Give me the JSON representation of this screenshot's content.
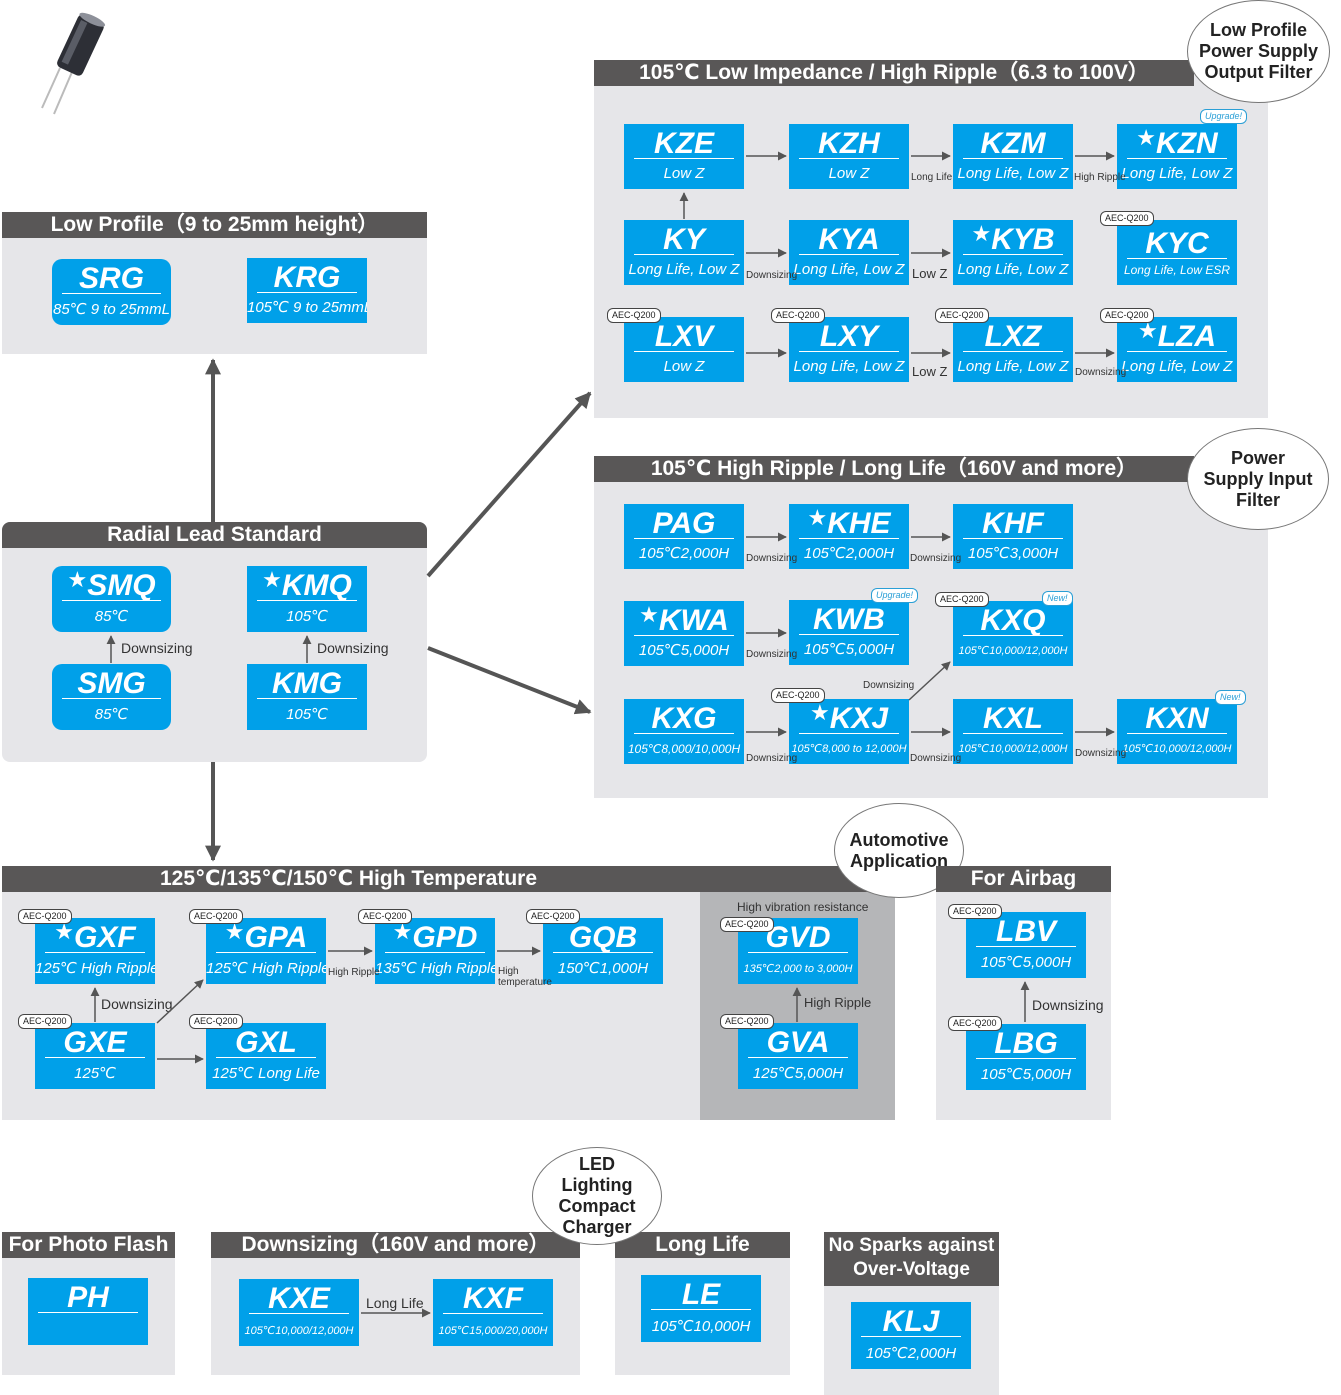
{
  "colors": {
    "box": "#00a0e9",
    "header": "#595757",
    "panel": "#e6e6e9",
    "automotive_panel": "#b5b6b8"
  },
  "std": {
    "title": "Radial Lead Standard",
    "downsizing": "Downsizing",
    "smq": {
      "name": "SMQ",
      "sub": "85℃"
    },
    "kmq": {
      "name": "KMQ",
      "sub": "105℃"
    },
    "smg": {
      "name": "SMG",
      "sub": "85℃"
    },
    "kmg": {
      "name": "KMG",
      "sub": "105℃"
    }
  },
  "lowprofile": {
    "title": "Low Profile（9 to 25mm height）",
    "srg": {
      "name": "SRG",
      "sub": "85℃ 9 to 25mmL"
    },
    "krg": {
      "name": "KRG",
      "sub": "105℃ 9 to 25mmL"
    }
  },
  "lowimp": {
    "title": "105℃ Low Impedance / High Ripple（6.3 to 100V）",
    "bubble": "Low Profile Power Supply Output Filter",
    "kze": {
      "name": "KZE",
      "sub": "Low Z"
    },
    "kzh": {
      "name": "KZH",
      "sub": "Low Z"
    },
    "kzm": {
      "name": "KZM",
      "sub": "Long Life, Low Z"
    },
    "kzn": {
      "name": "KZN",
      "sub": "Long Life, Low Z"
    },
    "ky": {
      "name": "KY",
      "sub": "Long Life, Low Z"
    },
    "kya": {
      "name": "KYA",
      "sub": "Long Life, Low Z"
    },
    "kyb": {
      "name": "KYB",
      "sub": "Long Life, Low Z"
    },
    "kyc": {
      "name": "KYC",
      "sub": "Long Life, Low ESR"
    },
    "lxv": {
      "name": "LXV",
      "sub": "Low Z"
    },
    "lxy": {
      "name": "LXY",
      "sub": "Long Life, Low Z"
    },
    "lxz": {
      "name": "LXZ",
      "sub": "Long Life, Low Z"
    },
    "lza": {
      "name": "LZA",
      "sub": "Long Life, Low Z"
    },
    "lbl_long_life": "Long Life",
    "lbl_high_ripple": "High Ripple",
    "lbl_downsizing": "Downsizing",
    "lbl_low_z": "Low Z",
    "upgrade": "Upgrade!"
  },
  "highripple": {
    "title": "105℃ High Ripple / Long Life（160V and more）",
    "bubble": "Power Supply Input Filter",
    "pag": {
      "name": "PAG",
      "sub": "105℃2,000H"
    },
    "khe": {
      "name": "KHE",
      "sub": "105℃2,000H"
    },
    "khf": {
      "name": "KHF",
      "sub": "105℃3,000H"
    },
    "kwa": {
      "name": "KWA",
      "sub": "105℃5,000H"
    },
    "kwb": {
      "name": "KWB",
      "sub": "105℃5,000H"
    },
    "kxq": {
      "name": "KXQ",
      "sub": "105℃10,000/12,000H"
    },
    "kxg": {
      "name": "KXG",
      "sub": "105℃8,000/10,000H"
    },
    "kxj": {
      "name": "KXJ",
      "sub": "105℃8,000 to 12,000H"
    },
    "kxl": {
      "name": "KXL",
      "sub": "105℃10,000/12,000H"
    },
    "kxn": {
      "name": "KXN",
      "sub": "105℃10,000/12,000H"
    },
    "lbl_downsizing": "Downsizing",
    "upgrade": "Upgrade!",
    "new": "New!"
  },
  "hightemp": {
    "title": "125℃/135℃/150℃ High Temperature",
    "gxf": {
      "name": "GXF",
      "sub": "125℃ High Ripple"
    },
    "gpa": {
      "name": "GPA",
      "sub": "125℃ High Ripple"
    },
    "gpd": {
      "name": "GPD",
      "sub": "135℃ High Ripple"
    },
    "gqb": {
      "name": "GQB",
      "sub": "150℃1,000H"
    },
    "gxe": {
      "name": "GXE",
      "sub": "125℃"
    },
    "gxl": {
      "name": "GXL",
      "sub": "125℃ Long Life"
    },
    "lbl_downsizing": "Downsizing",
    "lbl_high_ripple": "High Ripple",
    "lbl_high_temp": "High temperature"
  },
  "automotive": {
    "bubble": "Automotive Application",
    "vibration": "High vibration resistance",
    "gvd": {
      "name": "GVD",
      "sub": "135℃2,000 to 3,000H"
    },
    "gva": {
      "name": "GVA",
      "sub": "125℃5,000H"
    },
    "lbl_high_ripple": "High Ripple"
  },
  "airbag": {
    "title": "For Airbag",
    "lbv": {
      "name": "LBV",
      "sub": "105℃5,000H"
    },
    "lbg": {
      "name": "LBG",
      "sub": "105℃5,000H"
    },
    "lbl_downsizing": "Downsizing"
  },
  "aec": "AEC-Q200",
  "photoflash": {
    "title": "For Photo Flash",
    "ph": {
      "name": "PH"
    }
  },
  "downsizing160": {
    "title": "Downsizing（160V and more）",
    "kxe": {
      "name": "KXE",
      "sub": "105℃10,000/12,000H"
    },
    "kxf": {
      "name": "KXF",
      "sub": "105℃15,000/20,000H"
    },
    "lbl_long_life": "Long Life"
  },
  "led": {
    "bubble": "LED Lighting Compact Charger"
  },
  "longlife": {
    "title": "Long Life",
    "le": {
      "name": "LE",
      "sub": "105℃10,000H"
    }
  },
  "nosparks": {
    "title": "No Sparks against Over-Voltage",
    "klj": {
      "name": "KLJ",
      "sub": "105℃2,000H"
    }
  }
}
